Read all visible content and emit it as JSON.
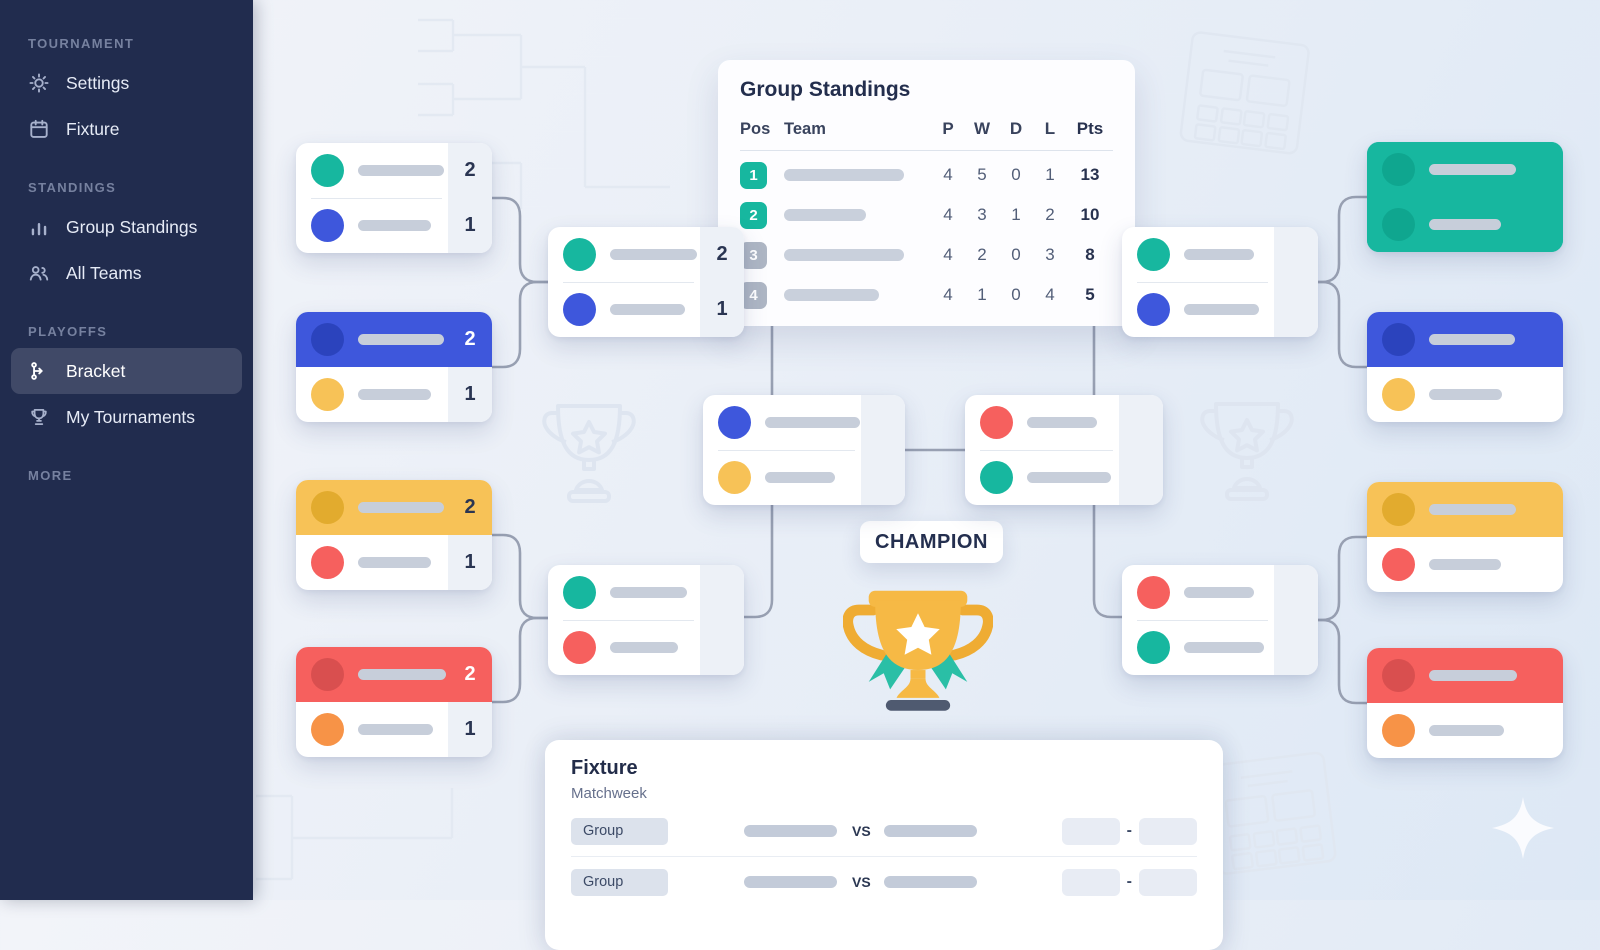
{
  "colors": {
    "teal": "#17b79f",
    "teal_dark": "#0fa68f",
    "blue": "#3e57dc",
    "blue_dark": "#2b43bd",
    "yellow": "#f7c257",
    "amber_dark": "#e2ab2e",
    "red": "#f6605e",
    "red_dark": "#d94f4f",
    "orange": "#f79347",
    "sidebar_bg": "#212c4e",
    "connector": "#98a0b2",
    "trophy_gold": "#f6b945",
    "ribbon_teal": "#2abfa6"
  },
  "sidebar": {
    "sections": [
      {
        "label": "TOURNAMENT",
        "items": [
          {
            "label": "Settings",
            "icon": "gear"
          },
          {
            "label": "Fixture",
            "icon": "calendar"
          }
        ]
      },
      {
        "label": "STANDINGS",
        "items": [
          {
            "label": "Group Standings",
            "icon": "bar-chart"
          },
          {
            "label": "All Teams",
            "icon": "users"
          }
        ]
      },
      {
        "label": "PLAYOFFS",
        "items": [
          {
            "label": "Bracket",
            "icon": "bracket",
            "active": true
          },
          {
            "label": "My Tournaments",
            "icon": "trophy"
          }
        ]
      },
      {
        "label": "MORE",
        "items": []
      }
    ]
  },
  "standings": {
    "title": "Group Standings",
    "columns": [
      "Pos",
      "Team",
      "P",
      "W",
      "D",
      "L",
      "Pts"
    ],
    "rows": [
      {
        "pos": "1",
        "qualified": true,
        "team_bar": 120,
        "p": "4",
        "w": "5",
        "d": "0",
        "l": "1",
        "pts": "13"
      },
      {
        "pos": "2",
        "qualified": true,
        "team_bar": 82,
        "p": "4",
        "w": "3",
        "d": "1",
        "l": "2",
        "pts": "10"
      },
      {
        "pos": "3",
        "qualified": false,
        "team_bar": 120,
        "p": "4",
        "w": "2",
        "d": "0",
        "l": "3",
        "pts": "8"
      },
      {
        "pos": "4",
        "qualified": false,
        "team_bar": 95,
        "p": "4",
        "w": "1",
        "d": "0",
        "l": "4",
        "pts": "5"
      }
    ]
  },
  "bracket": {
    "champion_label": "CHAMPION",
    "matches": {
      "l1": {
        "score_col": true,
        "divider": true,
        "rows": [
          {
            "dot": "#17b79f",
            "bar": 86,
            "score": "2"
          },
          {
            "dot": "#3e57dc",
            "bar": 73,
            "score": "1"
          }
        ]
      },
      "l2": {
        "score_col": true,
        "divider": false,
        "rows": [
          {
            "dot": "#2b43bd",
            "bar": 86,
            "score": "2",
            "bg": "#3e57dc",
            "fg": "#ffffff"
          },
          {
            "dot": "#f7c257",
            "bar": 73,
            "score": "1"
          }
        ]
      },
      "l3": {
        "score_col": true,
        "divider": false,
        "rows": [
          {
            "dot": "#e2ab2e",
            "bar": 86,
            "score": "2",
            "bg": "#f7c257",
            "fg": "#2a3552"
          },
          {
            "dot": "#f6605e",
            "bar": 73,
            "score": "1"
          }
        ]
      },
      "l4": {
        "score_col": true,
        "divider": false,
        "rows": [
          {
            "dot": "#d94f4f",
            "bar": 88,
            "score": "2",
            "bg": "#f6605e",
            "fg": "#ffffff"
          },
          {
            "dot": "#f79347",
            "bar": 75,
            "score": "1"
          }
        ]
      },
      "q1": {
        "score_col": true,
        "divider": true,
        "rows": [
          {
            "dot": "#17b79f",
            "bar": 87,
            "score": "2"
          },
          {
            "dot": "#3e57dc",
            "bar": 75,
            "score": "1"
          }
        ]
      },
      "q2": {
        "score_col": true,
        "divider": true,
        "rows": [
          {
            "dot": "#17b79f",
            "bar": 77,
            "score": ""
          },
          {
            "dot": "#f6605e",
            "bar": 68,
            "score": ""
          }
        ]
      },
      "s1": {
        "score_col": true,
        "divider": true,
        "rows": [
          {
            "dot": "#3e57dc",
            "bar": 95,
            "score": ""
          },
          {
            "dot": "#f7c257",
            "bar": 70,
            "score": ""
          }
        ]
      },
      "s2": {
        "score_col": true,
        "divider": true,
        "rows": [
          {
            "dot": "#f6605e",
            "bar": 70,
            "score": ""
          },
          {
            "dot": "#17b79f",
            "bar": 84,
            "score": ""
          }
        ]
      },
      "q3": {
        "score_col": true,
        "divider": true,
        "rows": [
          {
            "dot": "#17b79f",
            "bar": 70,
            "score": ""
          },
          {
            "dot": "#3e57dc",
            "bar": 75,
            "score": ""
          }
        ]
      },
      "q4": {
        "score_col": true,
        "divider": true,
        "rows": [
          {
            "dot": "#f6605e",
            "bar": 70,
            "score": ""
          },
          {
            "dot": "#17b79f",
            "bar": 80,
            "score": ""
          }
        ]
      },
      "r1": {
        "score_col": false,
        "divider": false,
        "card_bg": "#17b79f",
        "rows": [
          {
            "dot": "#0fa68f",
            "bar": 87,
            "bg": "#17b79f"
          },
          {
            "dot": "#0fa68f",
            "bar": 72,
            "bg": "#17b79f"
          }
        ]
      },
      "r2": {
        "score_col": false,
        "divider": false,
        "rows": [
          {
            "dot": "#2b43bd",
            "bar": 86,
            "bg": "#3e57dc"
          },
          {
            "dot": "#f7c257",
            "bar": 73
          }
        ]
      },
      "r3": {
        "score_col": false,
        "divider": false,
        "rows": [
          {
            "dot": "#e2ab2e",
            "bar": 87,
            "bg": "#f7c257"
          },
          {
            "dot": "#f6605e",
            "bar": 72
          }
        ]
      },
      "r4": {
        "score_col": false,
        "divider": false,
        "rows": [
          {
            "dot": "#d94f4f",
            "bar": 88,
            "bg": "#f6605e"
          },
          {
            "dot": "#f79347",
            "bar": 75
          }
        ]
      }
    }
  },
  "fixture": {
    "title": "Fixture",
    "subtitle": "Matchweek",
    "rows": [
      {
        "group": "Group",
        "vs": "VS",
        "dash": "-"
      },
      {
        "group": "Group",
        "vs": "VS",
        "dash": "-"
      }
    ]
  }
}
